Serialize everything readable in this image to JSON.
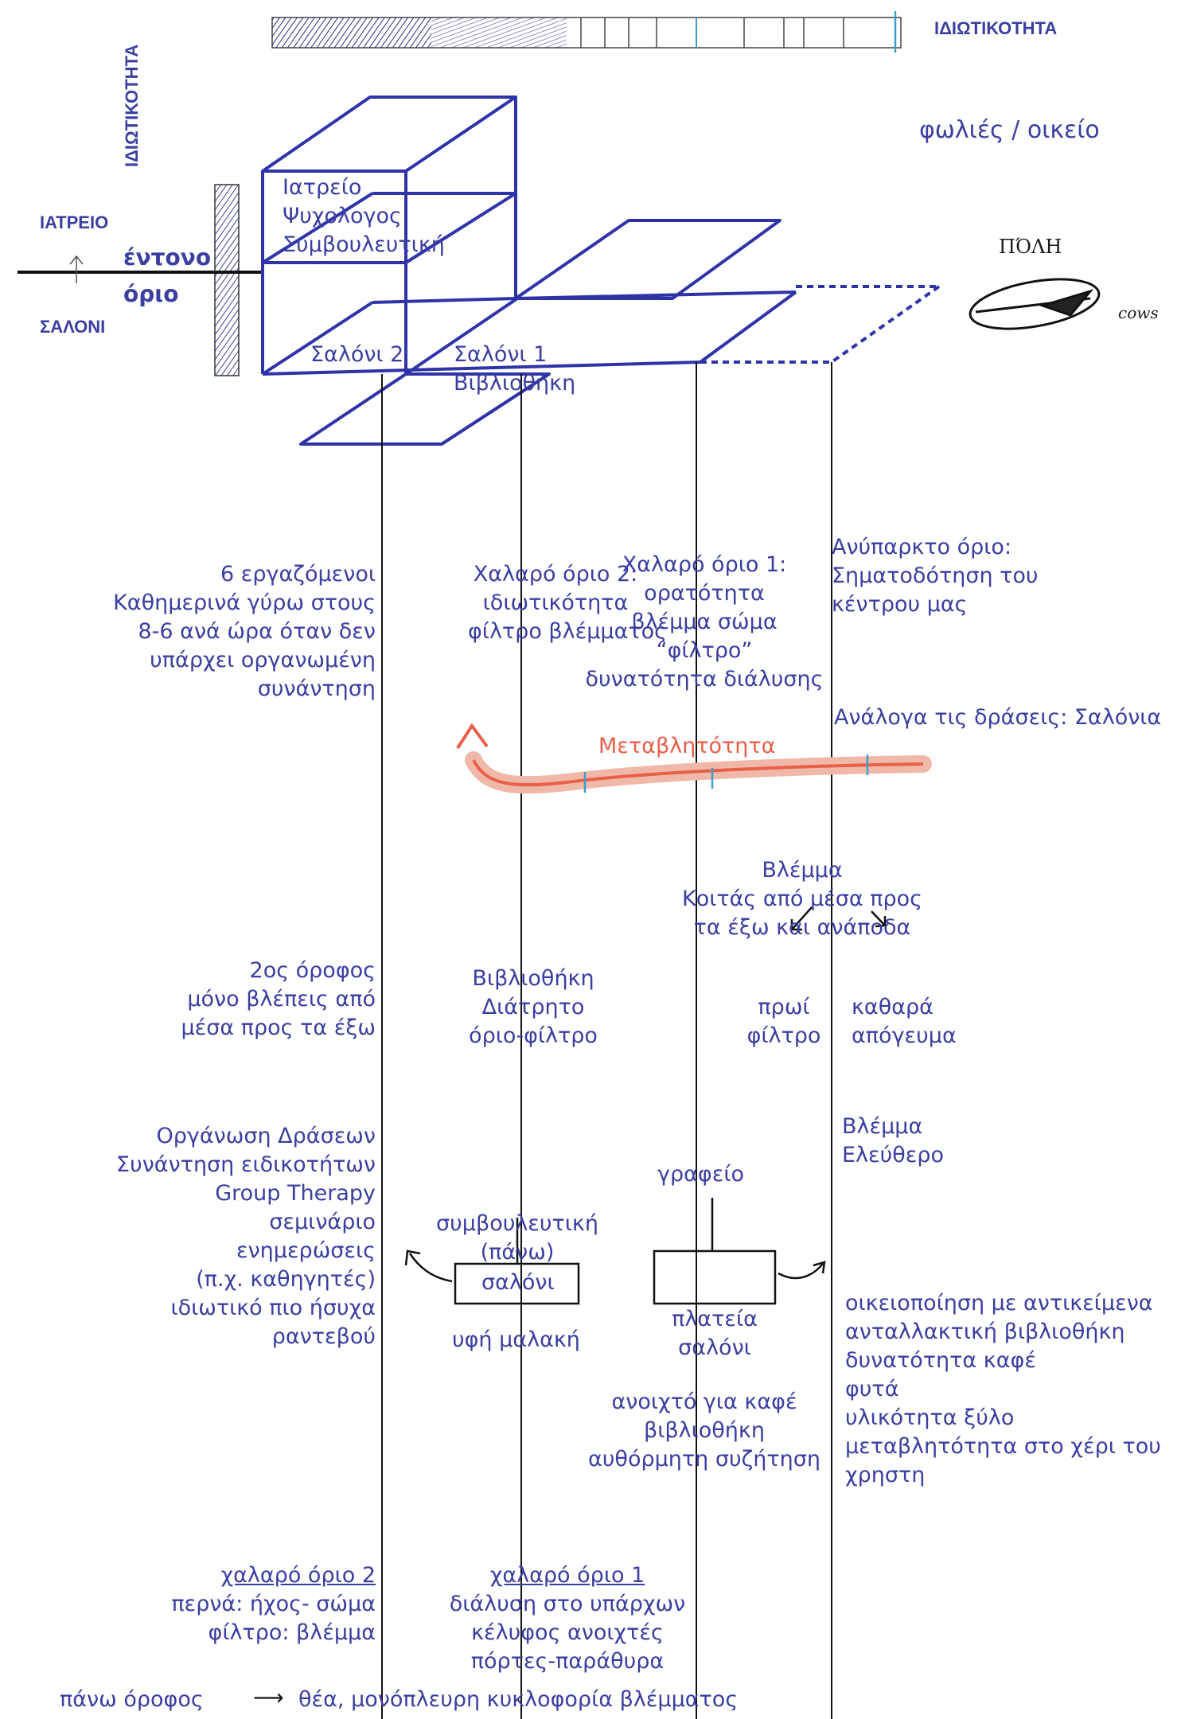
{
  "top_bar_label": "ΙΔΙΩΤΙΚΟΤΗΤΑ",
  "vertical_bar_label": "ΙΔΙΩΤΙΚΟΤΗΤΑ",
  "top_right_label": "φωλιές / οικείο",
  "iatreio_label": "ΙΑΤΡΕΙΟ",
  "saloni_label": "ΣΑΛΟΝΙ",
  "entono_orio": [
    "έντονο",
    "όριο"
  ],
  "polh_label": "ΠΌΛΗ",
  "polh_sub": "cows",
  "box_text": [
    "Ιατρείο",
    "Ψυχολογος",
    "Συμβουλευτική"
  ],
  "saloni2": "Σαλόνι 2",
  "saloni1": [
    "Σαλόνι 1",
    "Βιβλιοθήκη"
  ],
  "col1_a": [
    "6 εργαζόμενοι",
    "Καθημερινά γύρω στους",
    "8-6 ανά ώρα όταν δεν",
    "υπάρχει οργανωμένη",
    "συνάντηση"
  ],
  "col2_a": [
    "Χαλαρό όριο 2:",
    "ιδιωτικότητα",
    "φίλτρο βλέμματος"
  ],
  "col3_a": [
    "Χαλαρό όριο 1:",
    "ορατότητα",
    "βλέμμα σώμα",
    "“φίλτρο”",
    "δυνατότητα διάλυσης"
  ],
  "col4_a": [
    "Ανύπαρκτο όριο:",
    "Σηματοδότηση του",
    "κέντρου μας"
  ],
  "analoga": "Ανάλογα τις δράσεις: Σαλόνια",
  "metavlitotita": "Μεταβλητότητα",
  "vlemma_block": [
    "Βλέμμα",
    "Κοιτάς από μέσα προς",
    "τα έξω και ανάποδα"
  ],
  "col1_b": [
    "2ος όροφος",
    "μόνο βλέπεις από",
    "μέσα προς τα έξω"
  ],
  "col2_b": [
    "Βιβλιοθήκη",
    "Διάτρητο",
    "όριο-φίλτρο"
  ],
  "proi": [
    "πρωί",
    "φίλτρο"
  ],
  "apogeuma": [
    "καθαρά",
    "απόγευμα"
  ],
  "vlemma_free": [
    "Βλέμμα",
    "Ελεύθερο"
  ],
  "col1_c": [
    "Οργάνωση Δράσεων",
    "Συνάντηση ειδικοτήτων",
    "Group Therapy",
    "σεμινάριο",
    "ενημερώσεις",
    "(π.χ. καθηγητές)",
    "ιδιωτικό πιο ήσυχα",
    "ραντεβού"
  ],
  "symvouleutiki": [
    "συμβουλευτική",
    "(πάνω)"
  ],
  "grafeio": "γραφείο",
  "saloni_box": "σαλόνι",
  "plateia_box": [
    "πλατεία",
    "σαλόνι"
  ],
  "col4_c": [
    "οικειοποίηση με αντικείμενα",
    "ανταλλακτική βιβλιοθήκη",
    "δυνατότητα καφέ",
    "φυτά",
    "υλικότητα ξύλο",
    "μεταβλητότητα στο χέρι του",
    "χρηστη"
  ],
  "yfi": "υφή μαλακή",
  "anoixto": [
    "ανοιχτό για καφέ",
    "βιβλιοθήκη",
    "αυθόρμητη συζήτηση"
  ],
  "col1_d": [
    "χαλαρό όριο 2",
    "περνά: ήχος- σώμα",
    "φίλτρο: βλέμμα"
  ],
  "col2_d": [
    "χαλαρό όριο 1",
    "διάλυση στο υπάρχων",
    "κέλυφος ανοιχτές",
    "πόρτες-παράθυρα"
  ],
  "bottom_left": "πάνω όροφος",
  "bottom_right": "θέα, μονόπλευρη κυκλοφορία βλέμματος",
  "colors": {
    "ink": "#3a3fa0",
    "sketch_blue": "#2e34a8",
    "line": "#111111",
    "accent_red": "#e8604a"
  }
}
